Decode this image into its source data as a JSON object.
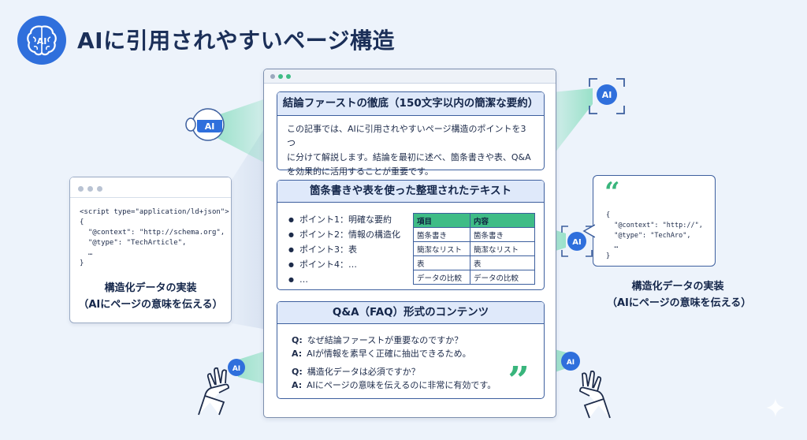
{
  "header": {
    "title": "AIに引用されやすいページ構造",
    "logo_text": "AI"
  },
  "section_summary": {
    "heading": "結論ファーストの徹底（150文字以内の簡潔な要約）",
    "body_lines": [
      "この記事では、AIに引用されやすいページ構造のポイントを3つ",
      "に分けて解説します。結論を最初に述べ、箇条書きや表、Q&A",
      "を効果的に活用することが重要です。"
    ]
  },
  "section_structured": {
    "heading": "箇条書きや表を使った整理されたテキスト",
    "bullets": [
      "ポイント1：明確な要約",
      "ポイント2：情報の構造化",
      "ポイント3：表",
      "ポイント4：…",
      "…"
    ],
    "table": {
      "headers": [
        "項目",
        "内容"
      ],
      "rows": [
        [
          "箇条書き",
          "箇条書き"
        ],
        [
          "簡潔なリスト",
          "簡潔なリスト"
        ],
        [
          "表",
          "表"
        ],
        [
          "データの比較",
          "データの比較"
        ]
      ]
    }
  },
  "section_faq": {
    "heading": "Q&A（FAQ）形式のコンテンツ",
    "items": [
      {
        "q_label": "Q:",
        "q": "なぜ結論ファーストが重要なのですか？",
        "a_label": "A:",
        "a": "AIが情報を素早く正確に抽出できるため。"
      },
      {
        "q_label": "Q:",
        "q": "構造化データは必須ですか？",
        "a_label": "A:",
        "a": "AIにページの意味を伝えるのに非常に有効です。"
      }
    ],
    "quote_mark": "”"
  },
  "left_panel": {
    "code_lines": [
      "<script type=\"application/ld+json\">",
      "{",
      "  \"@context\": \"http://schema.org\",",
      "  \"@type\": \"TechArticle\",",
      "  …",
      "}"
    ],
    "caption_line1": "構造化データの実装",
    "caption_line2": "（AIにページの意味を伝える）"
  },
  "right_panel": {
    "quote_mark": "“",
    "code_lines": [
      "{",
      "  \"@context\": \"http://\",",
      "  \"@type\": \"TechAro\",",
      "  …",
      "}"
    ],
    "caption_line1": "構造化データの実装",
    "caption_line2": "（AIにページの意味を伝える）"
  },
  "ai_badge_text": "AI",
  "colors": {
    "brand_blue": "#2f6fdc",
    "accent_green": "#39b57c",
    "table_header_green": "#3fbc86",
    "section_header_bg": "#dfe9fa",
    "beam": "#7ddbb8",
    "page_bg": "#edf3fb"
  }
}
